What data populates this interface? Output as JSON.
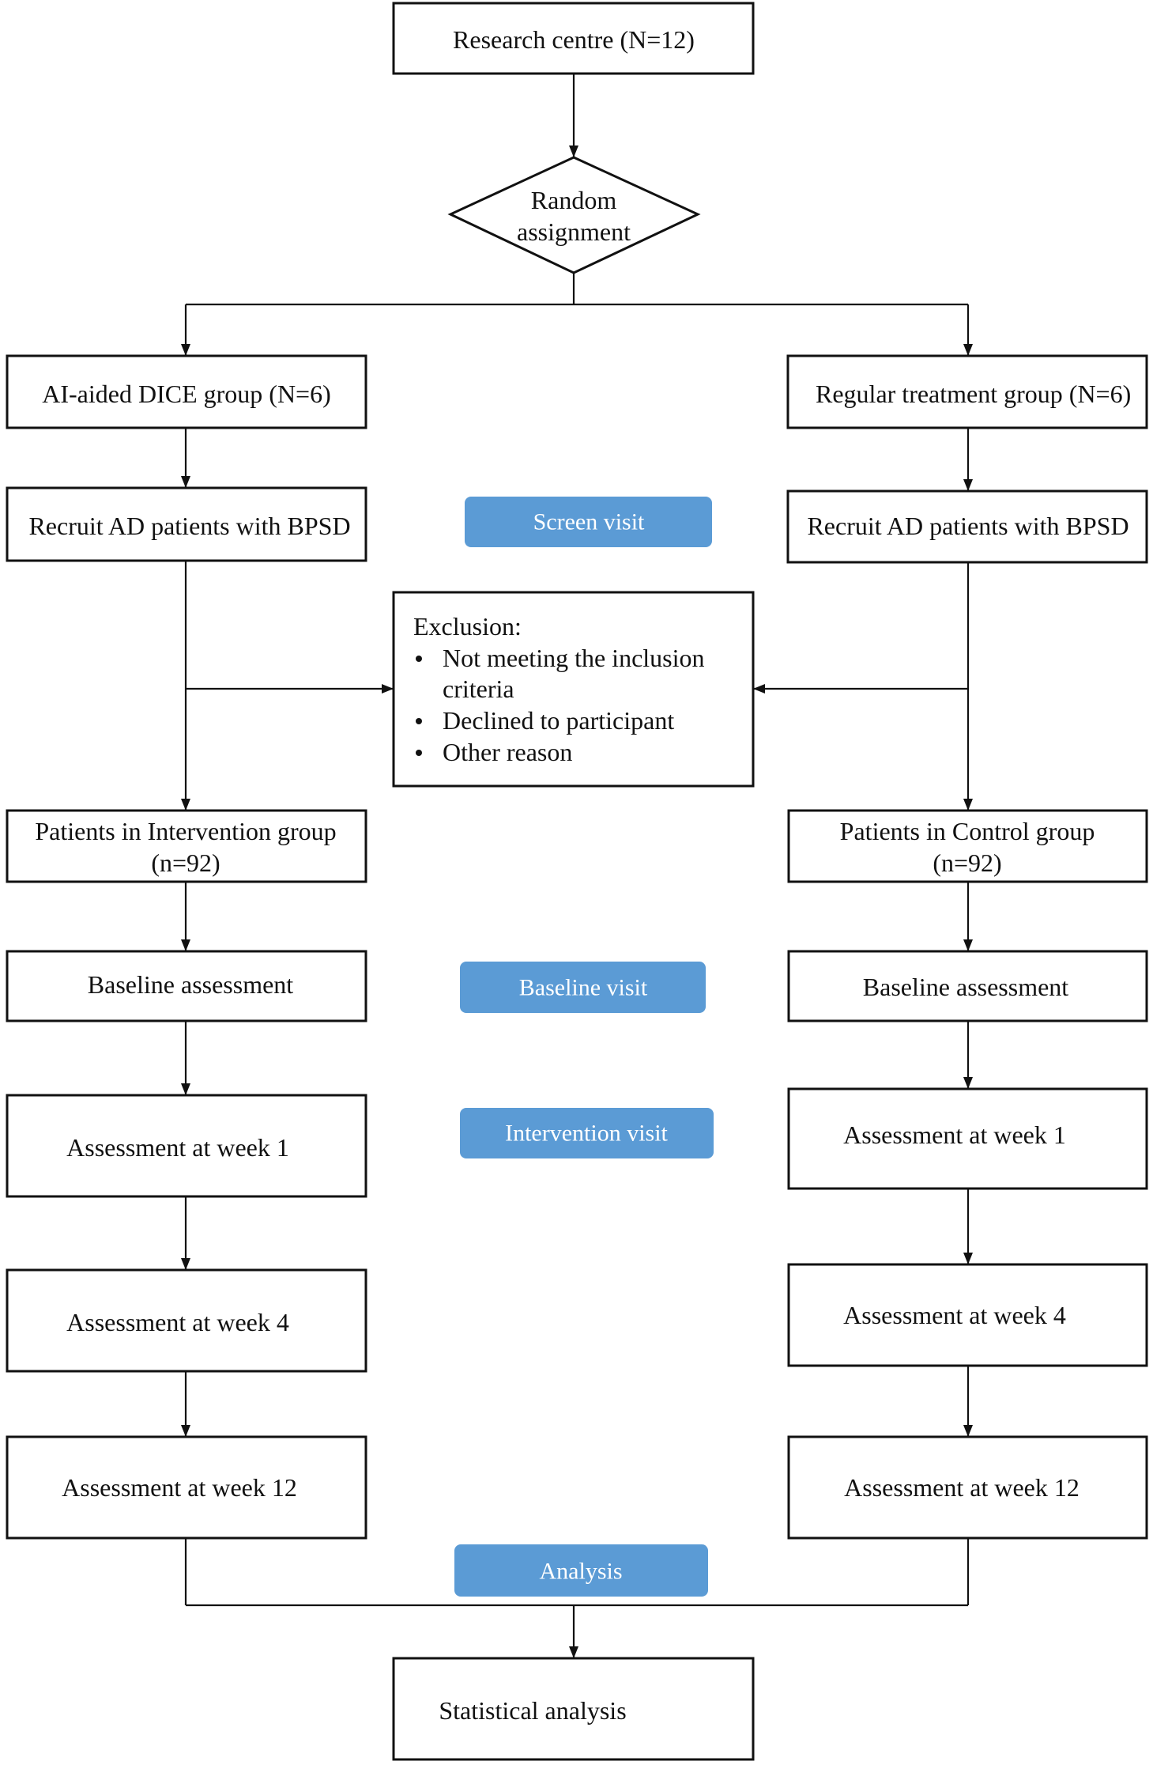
{
  "diagram": {
    "start": {
      "label": "Research centre (N=12)"
    },
    "randomization": {
      "label_lines": [
        "Random",
        "assignment"
      ]
    },
    "arms": [
      {
        "group": "AI-aided DICE group (N=6)",
        "recruit": "Recruit AD patients with BPSD",
        "patients_lines": [
          "Patients in Intervention group",
          "(n=92)"
        ],
        "assessments": [
          "Baseline assessment",
          "Assessment at week 1",
          "Assessment at week 4",
          "Assessment at week 12"
        ]
      },
      {
        "group": "Regular treatment group (N=6)",
        "recruit": "Recruit AD patients with BPSD",
        "patients_lines": [
          "Patients in Control group",
          "(n=92)"
        ],
        "assessments": [
          "Baseline assessment",
          "Assessment at week 1",
          "Assessment at week 4",
          "Assessment at week 12"
        ]
      }
    ],
    "exclusion": {
      "heading": "Exclusion:",
      "bullets": [
        {
          "lines": [
            "Not meeting the inclusion",
            "criteria"
          ]
        },
        {
          "lines": [
            "Declined to participant"
          ]
        },
        {
          "lines": [
            "Other reason"
          ]
        }
      ]
    },
    "end": {
      "label": "Statistical analysis"
    }
  },
  "phases": [
    "Screen visit",
    "Baseline visit",
    "Intervention visit",
    "Analysis"
  ],
  "colors": {
    "phase_fill": "#5B9BD5",
    "phase_text": "#FFFFFF",
    "outline": "#111111",
    "background": "#FFFFFF"
  }
}
